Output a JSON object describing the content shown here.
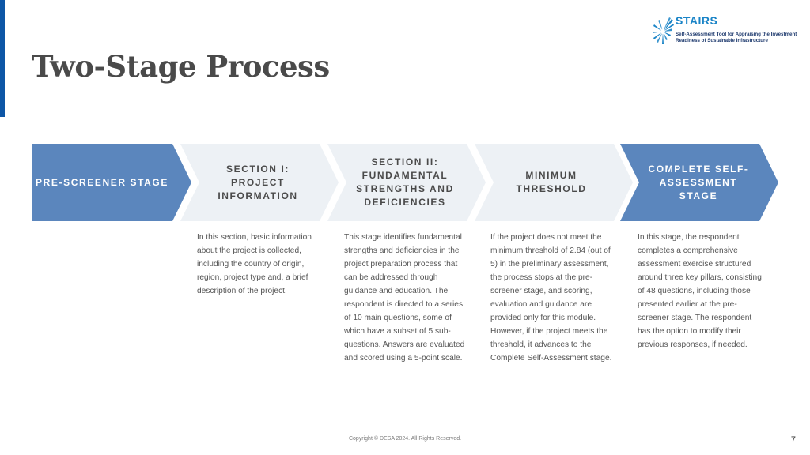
{
  "title": "Two-Stage Process",
  "logo": {
    "name": "STAIRS",
    "subtitle_line1": "Self-Assessment Tool for Appraising the Investment",
    "subtitle_line2": "Readiness of Sustainable Infrastructure"
  },
  "stages": [
    {
      "label": "PRE-SCREENER STAGE",
      "description": ""
    },
    {
      "label": "SECTION I: PROJECT INFORMATION",
      "description": "In this section, basic information about the project is collected, including the country of origin, region, project type and, a brief description of the project."
    },
    {
      "label": "SECTION II: FUNDAMENTAL STRENGTHS AND DEFICIENCIES",
      "description": "This stage identifies fundamental strengths and deficiencies in the project preparation process that can be addressed through guidance and education. The respondent is directed to a series of 10 main questions, some of which have a subset of 5 sub-questions. Answers are evaluated and scored using a 5-point scale."
    },
    {
      "label": "MINIMUM THRESHOLD",
      "description": "If the project does not meet the minimum threshold of 2.84 (out of 5) in the preliminary assessment, the process stops at the pre-screener stage, and scoring, evaluation and guidance are provided only for this module. However, if the project meets the threshold, it advances to the Complete Self-Assessment stage."
    },
    {
      "label": "COMPLETE SELF-ASSESSMENT STAGE",
      "description": "In this stage, the respondent completes a comprehensive assessment exercise structured around three key pillars, consisting of 48 questions, including those presented earlier at the pre-screener stage. The respondent has the option to modify their previous responses, if needed."
    }
  ],
  "footer": "Copyright © DESA 2024. All Rights Reserved.",
  "page_number": "7",
  "colors": {
    "accent": "#0d56a6",
    "active_chevron": "#5b86bd",
    "inactive_chevron": "#edf1f5",
    "title": "#4a4a4a"
  }
}
